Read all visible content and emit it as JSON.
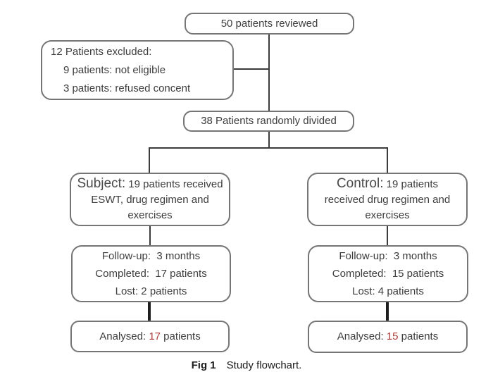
{
  "figure": {
    "caption": {
      "label": "Fig 1",
      "text": "Study flowchart."
    },
    "colors": {
      "box_border": "#757575",
      "text": "#3d3d3d",
      "connector": "#3c3c3c",
      "highlight_red": "#b03c3c"
    },
    "boxes": {
      "reviewed": {
        "text": "50 patients reviewed"
      },
      "excluded": {
        "title": "12 Patients excluded:",
        "items": [
          "9 patients: not eligible",
          "3 patients: refused concent"
        ]
      },
      "randomized": {
        "text": "38 Patients randomly divided"
      },
      "subject": {
        "group_label": "Subject:",
        "line1": "19 patients received",
        "line2": "ESWT, drug regimen and",
        "line3": "exercises"
      },
      "control": {
        "group_label": "Control:",
        "line1": "19 patients",
        "line2": "received drug regimen and",
        "line3": "exercises"
      },
      "subject_followup": {
        "line1": "Follow-up:  3 months",
        "line2": "Completed:  17 patients",
        "line3": "Lost: 2 patients"
      },
      "control_followup": {
        "line1": "Follow-up:  3 months",
        "line2": "Completed:  15 patients",
        "line3": "Lost: 4 patients"
      },
      "subject_analysed": {
        "prefix": "Analysed: ",
        "value": "17",
        "suffix": " patients"
      },
      "control_analysed": {
        "prefix": "Analysed: ",
        "value": "15",
        "suffix": " patients"
      }
    }
  }
}
